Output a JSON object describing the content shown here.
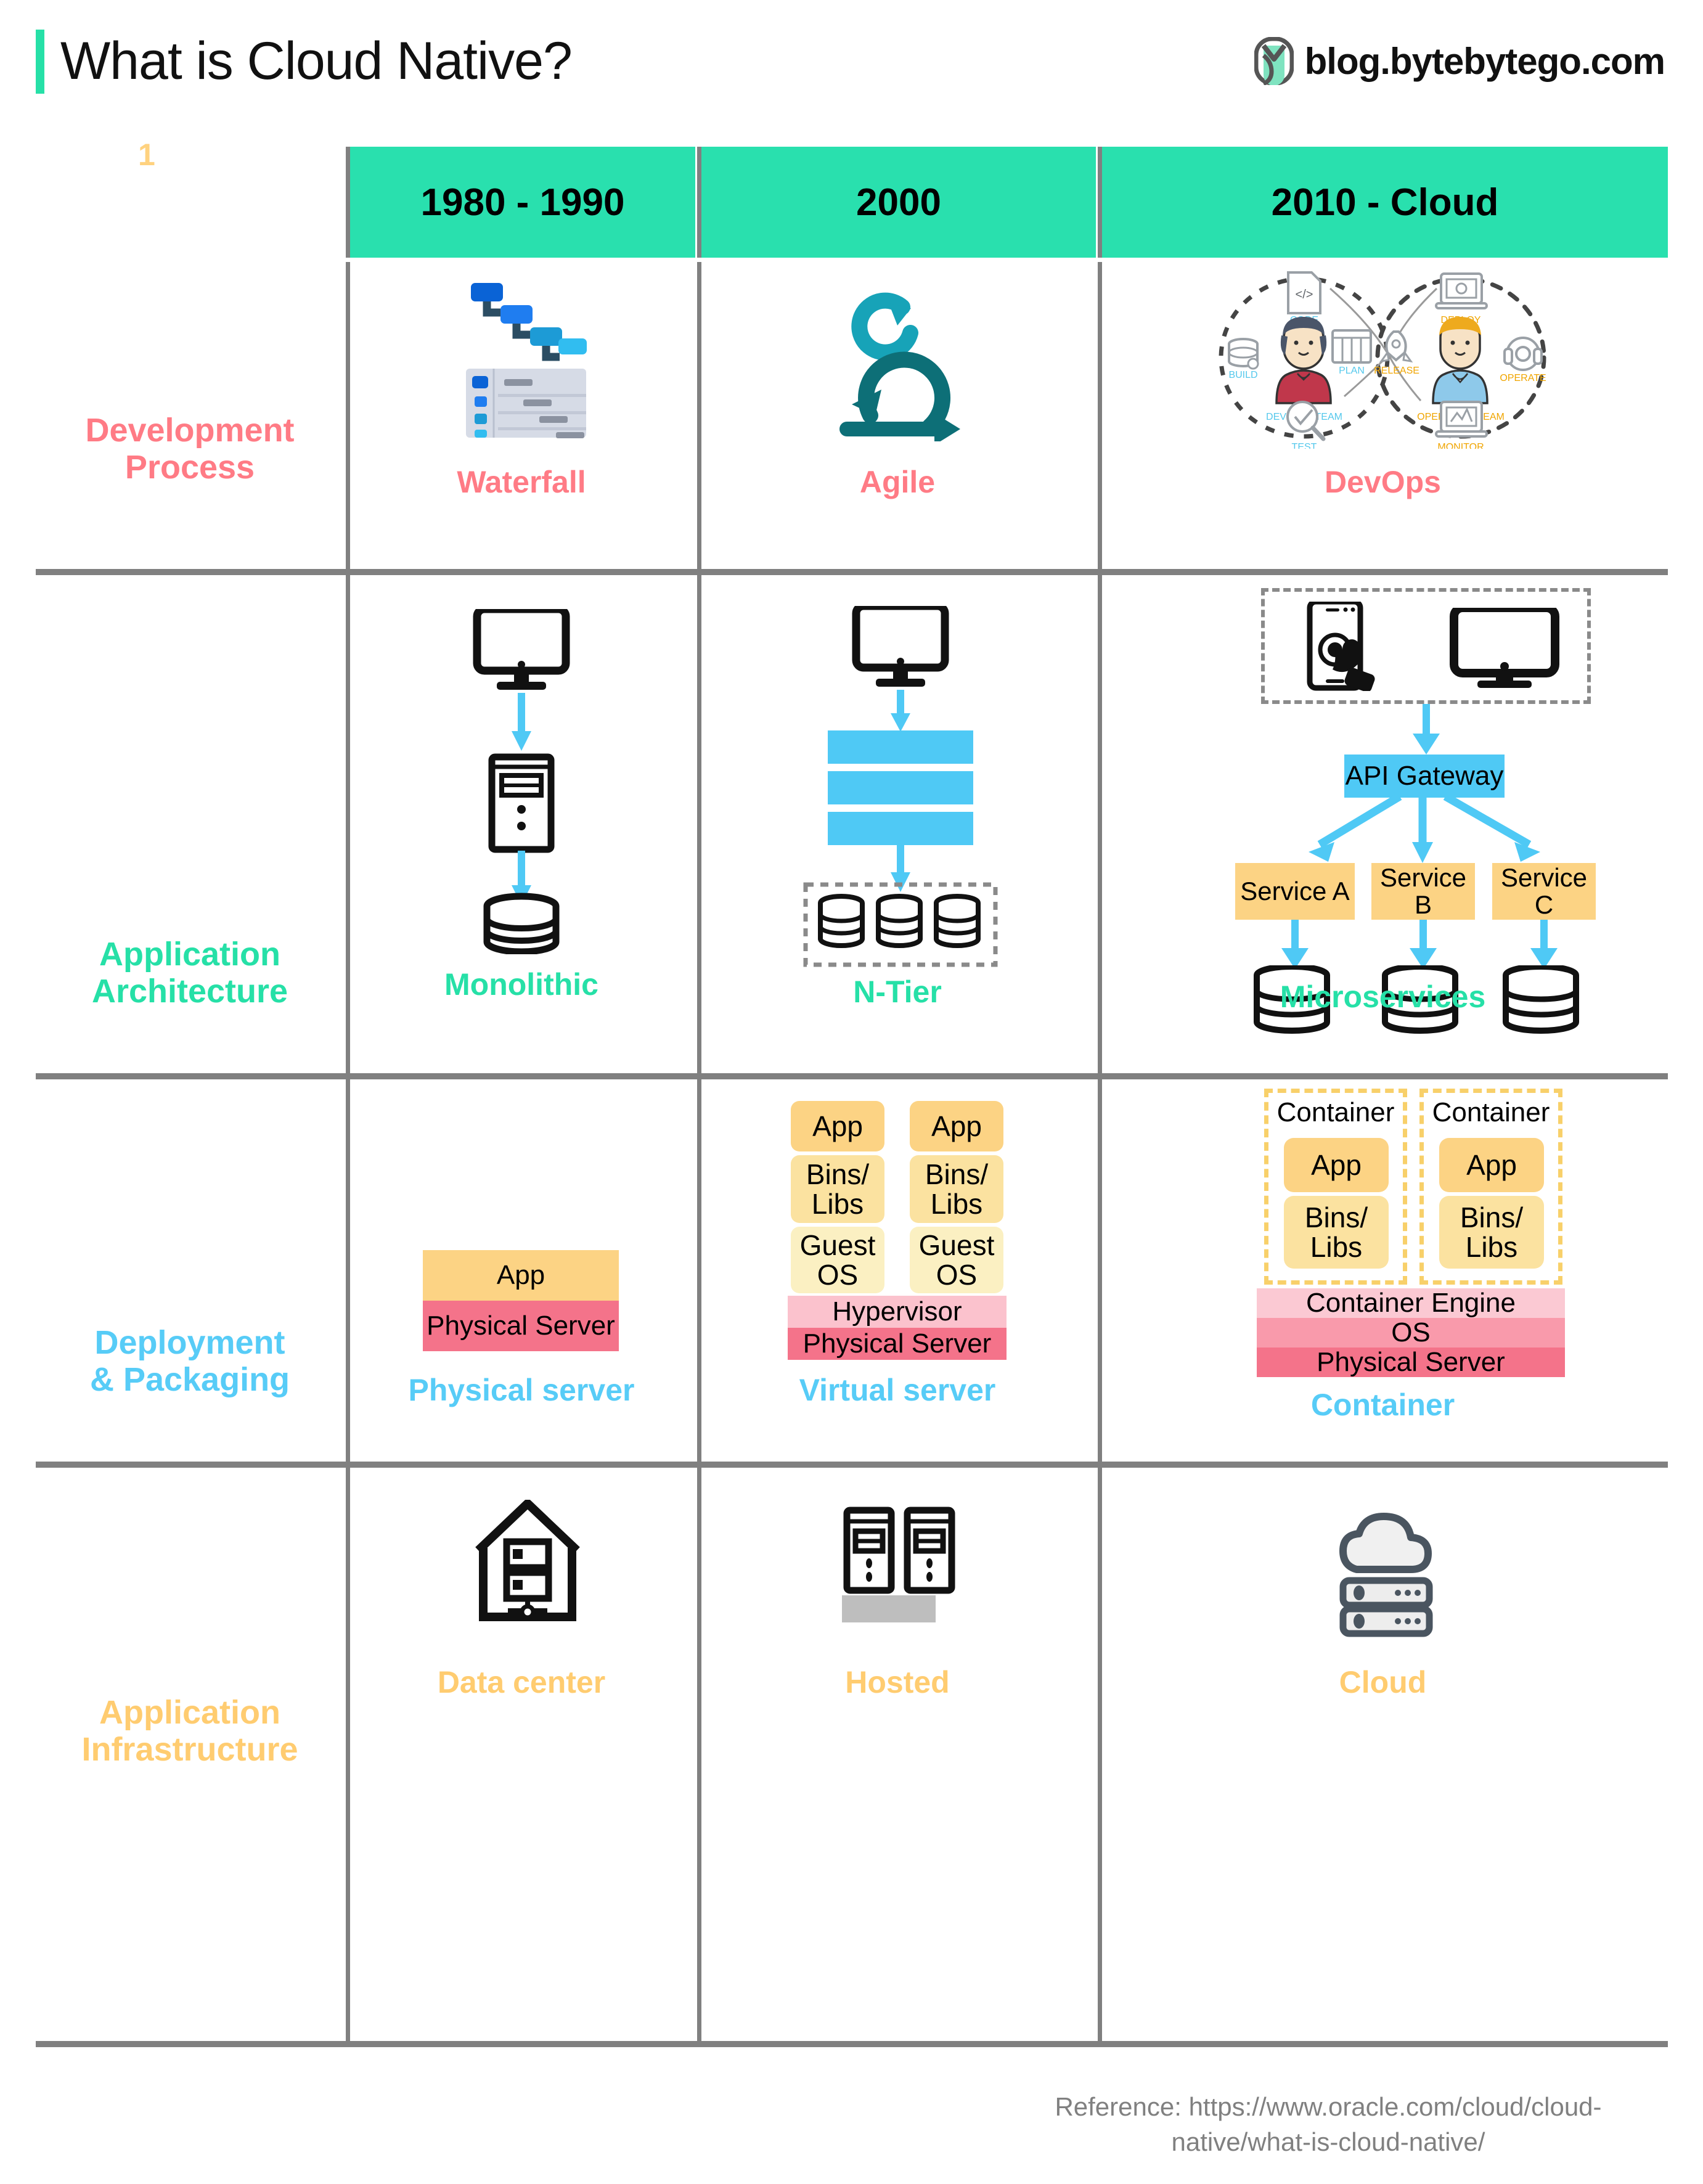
{
  "header": {
    "title": "What is Cloud Native?",
    "brand_text": "blog.bytebytego.com",
    "brand_logo_name": "bytebytego-logo",
    "index_marker": "1",
    "accent_color": "#26e0a7"
  },
  "table": {
    "column_headers": [
      "1980 - 1990",
      "2000",
      "2010 - Cloud"
    ],
    "row_labels": [
      "Development\nProcess",
      "Application\nArchitecture",
      "Deployment\n& Packaging",
      "Application\nInfrastructure"
    ],
    "row_label_colors": [
      "#ff7b85",
      "#26e0a7",
      "#57ccf7",
      "#ffcc70"
    ],
    "rows": [
      {
        "name": "development-process",
        "label_line1": "Development",
        "label_line2": "Process",
        "color": "#ff7b85",
        "cells": [
          {
            "caption": "Waterfall",
            "icon": "gantt-chart-icon"
          },
          {
            "caption": "Agile",
            "icon": "agile-loop-icon"
          },
          {
            "caption": "DevOps",
            "icon": "devops-infinity-icon"
          }
        ]
      },
      {
        "name": "application-architecture",
        "label_line1": "Application",
        "label_line2": "Architecture",
        "color": "#26e0a7",
        "cells": [
          {
            "caption": "Monolithic",
            "icon": "monitor-server-database-icon"
          },
          {
            "caption": "N-Tier",
            "icon": "tiered-layers-icon"
          },
          {
            "caption": "Microservices",
            "icon": "microservices-icon"
          }
        ]
      },
      {
        "name": "deployment-packaging",
        "label_line1": "Deployment",
        "label_line2": "& Packaging",
        "color": "#57ccf7",
        "cells": [
          {
            "caption": "Physical server",
            "icon": "physical-server-stack"
          },
          {
            "caption": "Virtual server",
            "icon": "virtual-server-stack"
          },
          {
            "caption": "Container",
            "icon": "container-stack"
          }
        ]
      },
      {
        "name": "application-infrastructure",
        "label_line1": "Application",
        "label_line2": "Infrastructure",
        "color": "#ffcc70",
        "cells": [
          {
            "caption": "Data center",
            "icon": "datacenter-house-icon"
          },
          {
            "caption": "Hosted",
            "icon": "hosted-servers-icon"
          },
          {
            "caption": "Cloud",
            "icon": "cloud-servers-icon"
          }
        ]
      }
    ]
  },
  "devops_icon": {
    "left_labels": [
      "CODE",
      "PLAN",
      "BUILD",
      "TEST",
      "DEVELOP TEAM"
    ],
    "right_labels": [
      "DEPLOY",
      "OPERATE",
      "MONITOR",
      "RELEASE",
      "OPERATION TEAM"
    ],
    "left_color": "#54c8ec",
    "right_color": "#f0a500"
  },
  "microservices": {
    "gateway_label": "API Gateway",
    "services": [
      "Service A",
      "Service B",
      "Service C"
    ],
    "gateway_color": "#4fc9f5",
    "service_color": "#fcd384"
  },
  "stacks": {
    "physical": {
      "layers": [
        {
          "label": "App",
          "color": "#fcd384"
        },
        {
          "label": "Physical Server",
          "color": "#f4738a"
        }
      ]
    },
    "virtual": {
      "vm_layers": [
        {
          "label": "App",
          "color": "#fcd384"
        },
        {
          "label": "Bins/\nLibs",
          "color": "#fbe2a0"
        },
        {
          "label": "Guest\nOS",
          "color": "#fbf0c2"
        }
      ],
      "base_layers": [
        {
          "label": "Hypervisor",
          "color": "#fbc2cd"
        },
        {
          "label": "Physical Server",
          "color": "#f4738a"
        }
      ]
    },
    "container": {
      "container_label": "Container",
      "container_layers": [
        {
          "label": "App",
          "color": "#fcd384"
        },
        {
          "label": "Bins/\nLibs",
          "color": "#fbe2a0"
        }
      ],
      "base_layers": [
        {
          "label": "Container Engine",
          "color": "#fbc9d3"
        },
        {
          "label": "OS",
          "color": "#f99aab"
        },
        {
          "label": "Physical Server",
          "color": "#f4738a"
        }
      ]
    }
  },
  "footer": {
    "reference": "Reference: https://www.oracle.com/cloud/cloud-native/what-is-cloud-native/"
  }
}
